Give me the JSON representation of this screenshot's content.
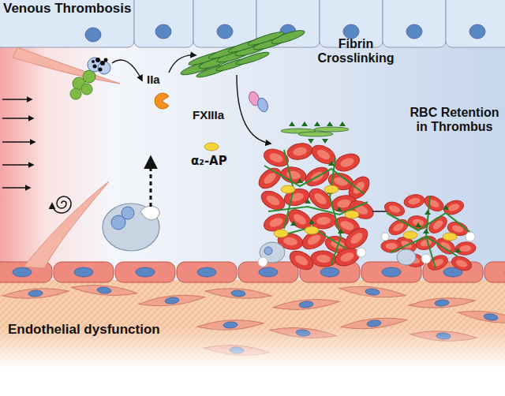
{
  "diagram": {
    "title": "Venous Thrombosis",
    "labels": [
      "IIa",
      "FXIIIa",
      "α₂-AP",
      "Fibrin Crosslinking",
      "RBC Retention in Thrombus",
      "Endothelial dysfunction"
    ]
  }
}
